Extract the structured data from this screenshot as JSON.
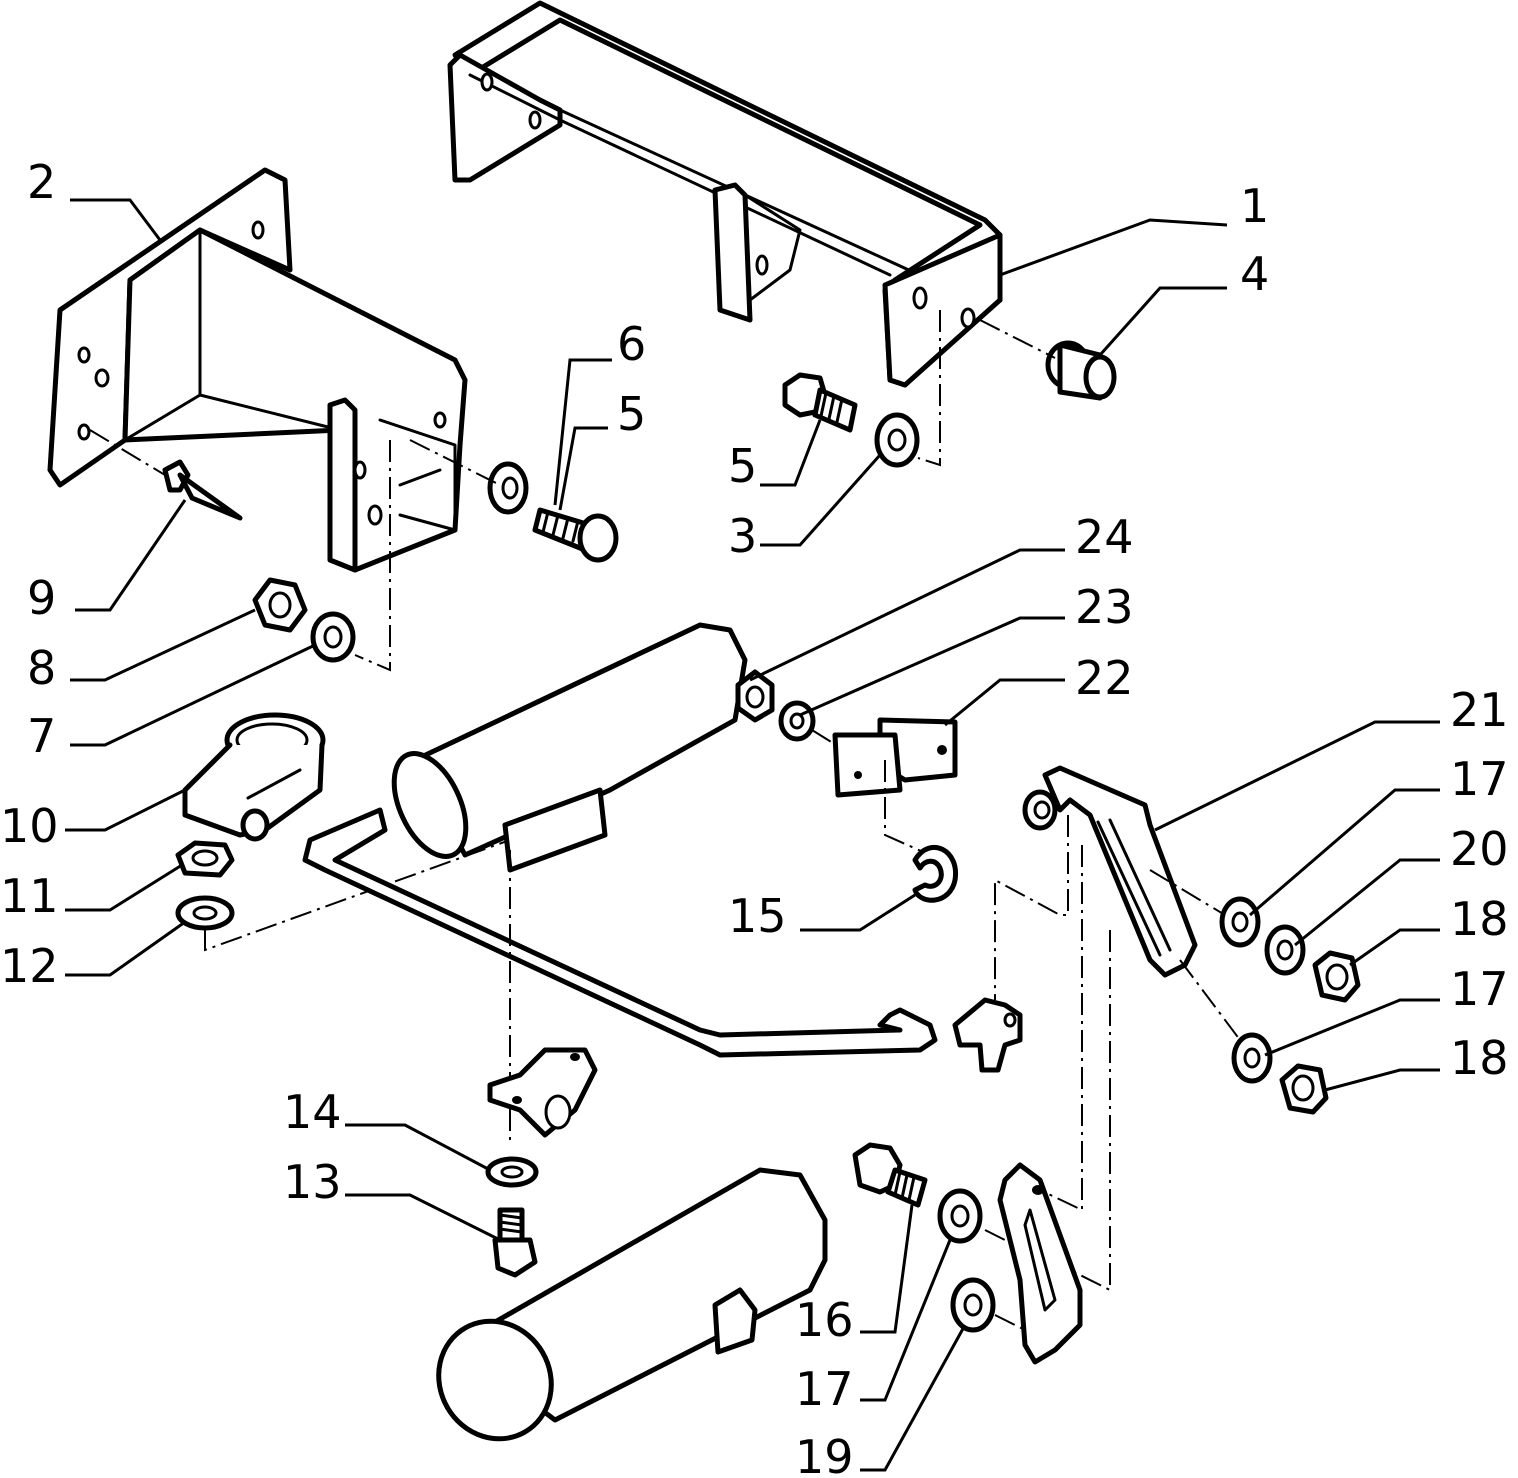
{
  "diagram": {
    "parts": [
      {
        "id": "1",
        "label": "1"
      },
      {
        "id": "2",
        "label": "2"
      },
      {
        "id": "3",
        "label": "3"
      },
      {
        "id": "4",
        "label": "4"
      },
      {
        "id": "5a",
        "label": "5"
      },
      {
        "id": "5b",
        "label": "5"
      },
      {
        "id": "6",
        "label": "6"
      },
      {
        "id": "7",
        "label": "7"
      },
      {
        "id": "8",
        "label": "8"
      },
      {
        "id": "9",
        "label": "9"
      },
      {
        "id": "10",
        "label": "10"
      },
      {
        "id": "11",
        "label": "11"
      },
      {
        "id": "12",
        "label": "12"
      },
      {
        "id": "13",
        "label": "13"
      },
      {
        "id": "14",
        "label": "14"
      },
      {
        "id": "15",
        "label": "15"
      },
      {
        "id": "16",
        "label": "16"
      },
      {
        "id": "17a",
        "label": "17"
      },
      {
        "id": "17b",
        "label": "17"
      },
      {
        "id": "17c",
        "label": "17"
      },
      {
        "id": "18a",
        "label": "18"
      },
      {
        "id": "18b",
        "label": "18"
      },
      {
        "id": "19",
        "label": "19"
      },
      {
        "id": "20",
        "label": "20"
      },
      {
        "id": "21",
        "label": "21"
      },
      {
        "id": "22",
        "label": "22"
      },
      {
        "id": "23",
        "label": "23"
      },
      {
        "id": "24",
        "label": "24"
      }
    ]
  }
}
